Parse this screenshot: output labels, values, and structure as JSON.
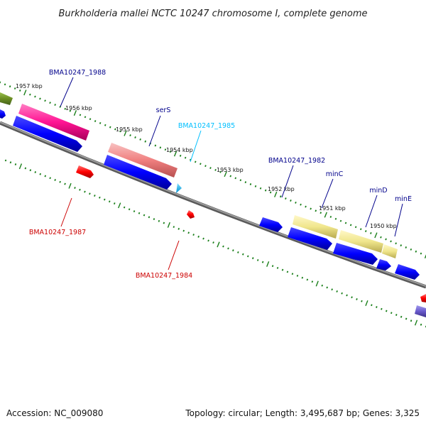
{
  "title": "Burkholderia mallei NCTC 10247 chromosome I, complete genome",
  "footer": {
    "accession": "Accession: NC_009080",
    "summary": "Topology: circular; Length: 3,495,687 bp; Genes: 3,325"
  },
  "kbp_labels": [
    "1957 kbp",
    "1956 kbp",
    "1955 kbp",
    "1954 kbp",
    "1953 kbp",
    "1952 kbp",
    "1951 kbp",
    "1950 kbp"
  ],
  "gene_labels": [
    {
      "text": "BMA10247_1988",
      "color": "#00008b"
    },
    {
      "text": "serS",
      "color": "#00008b"
    },
    {
      "text": "BMA10247_1985",
      "color": "#00bfff"
    },
    {
      "text": "BMA10247_1982",
      "color": "#00008b"
    },
    {
      "text": "minC",
      "color": "#00008b"
    },
    {
      "text": "minD",
      "color": "#00008b"
    },
    {
      "text": "minE",
      "color": "#00008b"
    },
    {
      "text": "BMA10247_1987",
      "color": "#cc0000"
    },
    {
      "text": "BMA10247_1984",
      "color": "#cc0000"
    }
  ],
  "colors": {
    "backbone": "#808080",
    "cds": "#0000ff",
    "rna": "#00bfff",
    "reverse_gene": "#ff0000",
    "tick": "#1a7f1a",
    "magenta": "#ff1493",
    "salmon": "#f08080",
    "khaki": "#f0e68c",
    "olive": "#6b8e23",
    "slate": "#6a5acd"
  }
}
